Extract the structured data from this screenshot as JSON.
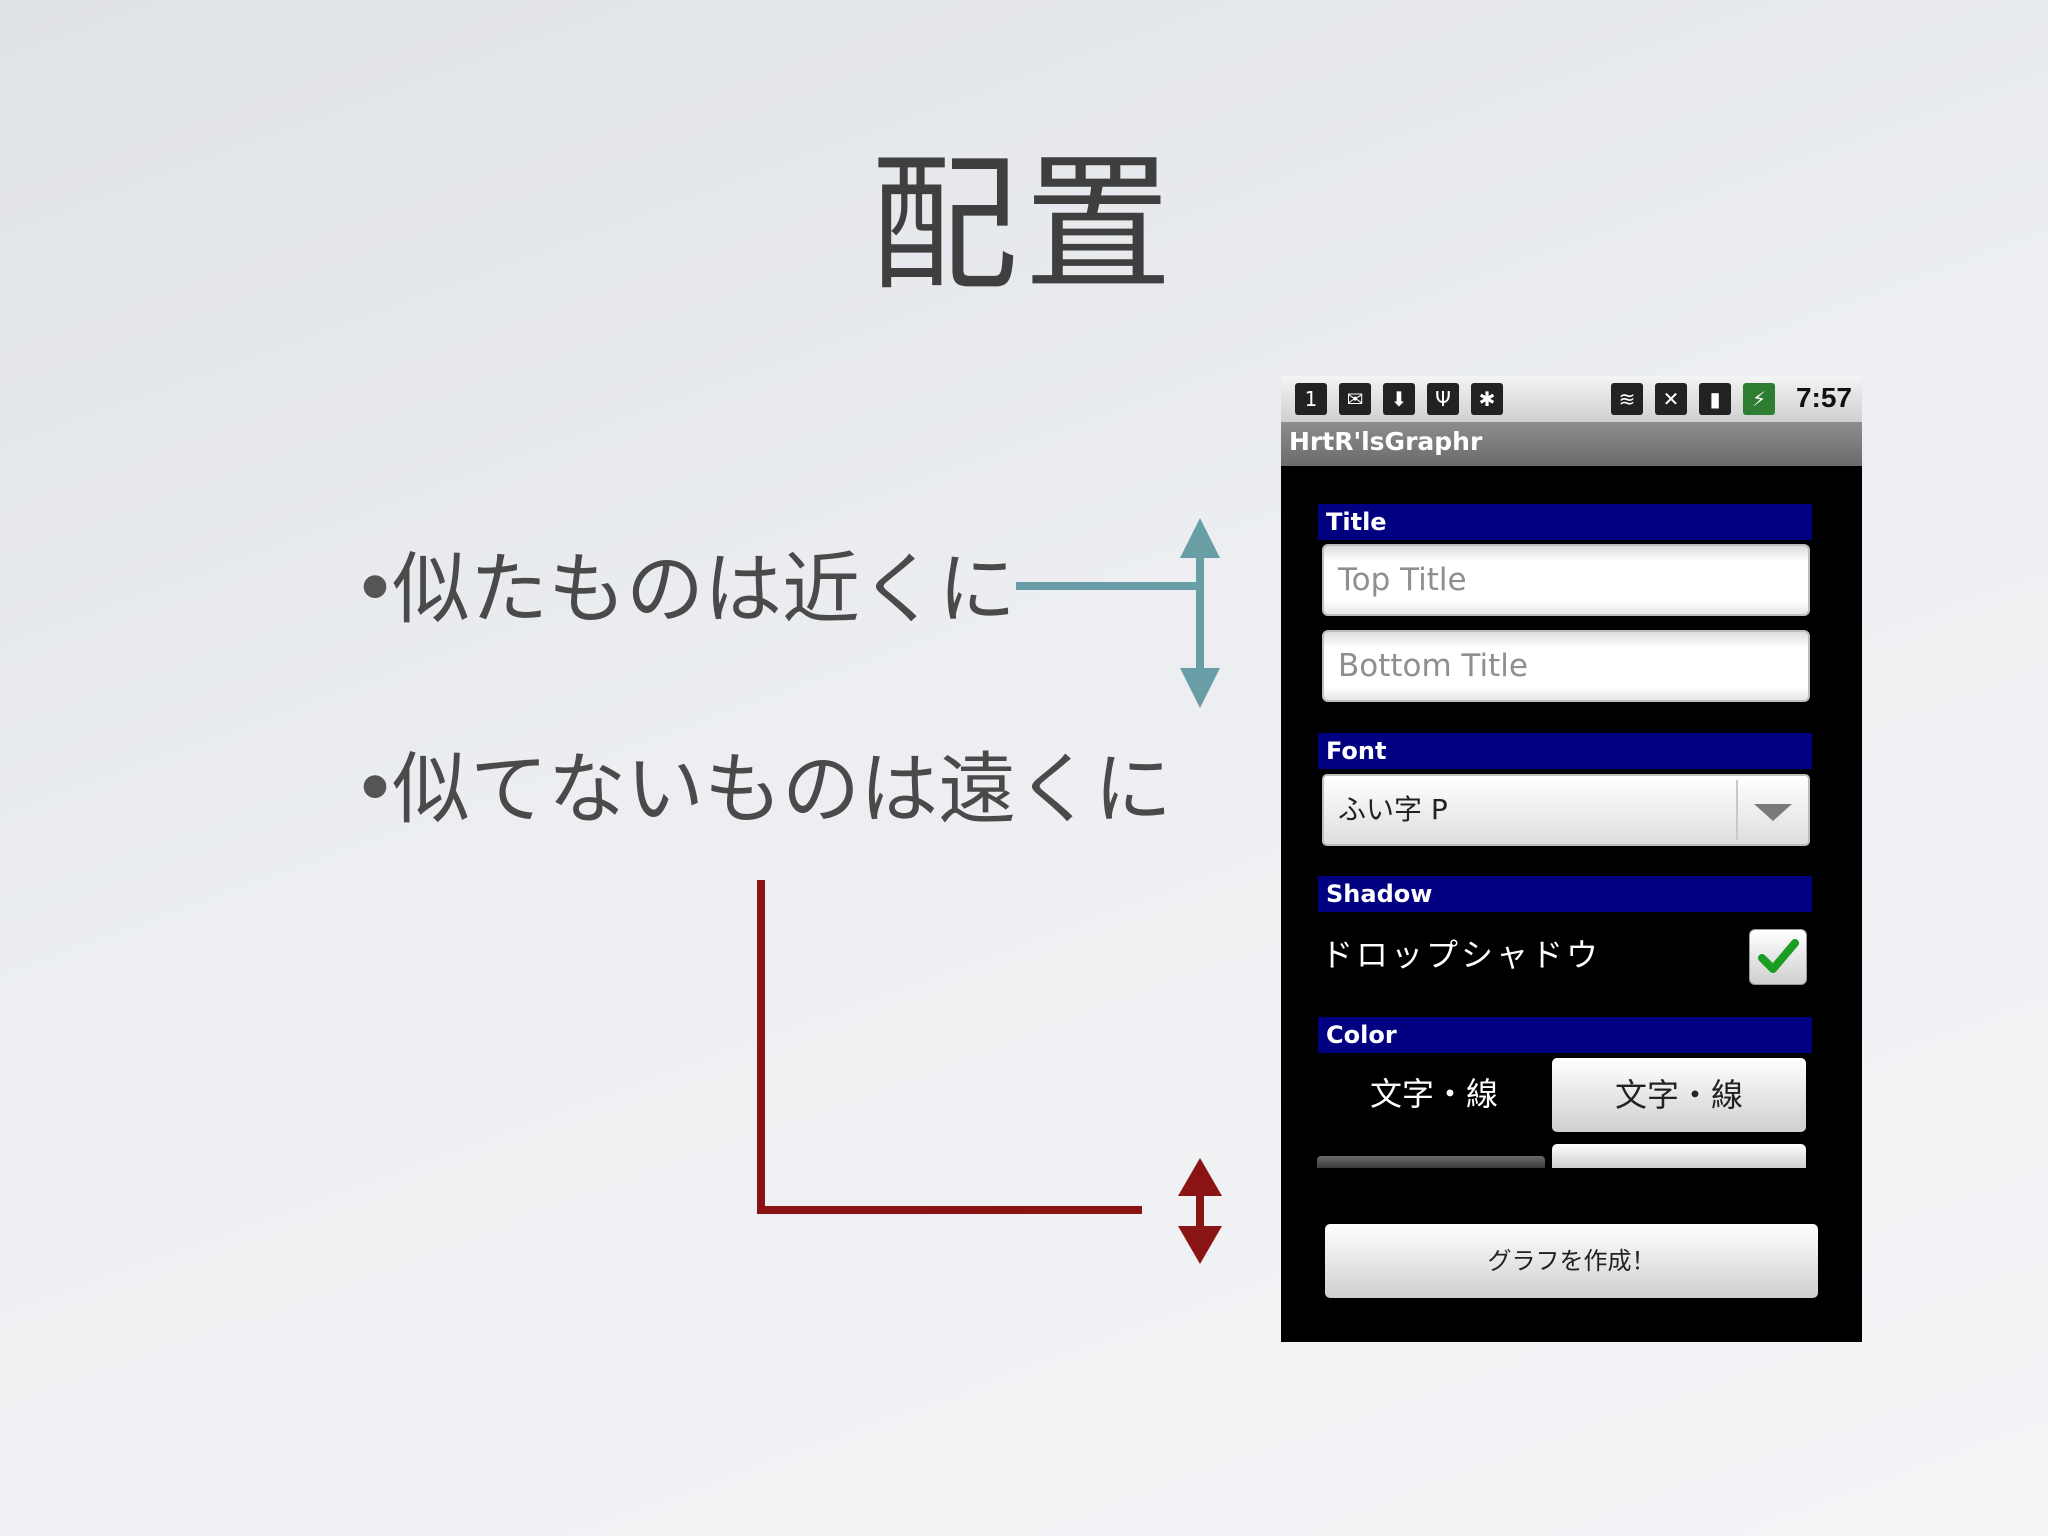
{
  "slide": {
    "title": "配置",
    "bullets": [
      "似たものは近くに",
      "似てないものは遠くに"
    ],
    "bullet_marker": "•",
    "arrow_colors": {
      "near": "#6a9ea6",
      "far": "#8a1414"
    }
  },
  "phone": {
    "status_bar": {
      "left_icons": [
        "sim-slot-one-icon",
        "gmail-icon",
        "download-icon",
        "usb-icon",
        "android-debug-icon"
      ],
      "right_icons": [
        "wifi-icon",
        "mute-icon",
        "signal-icon",
        "battery-charging-icon"
      ],
      "time": "7:57"
    },
    "app_title": "HrtR'lsGraphr",
    "sections": {
      "title": {
        "header": "Title",
        "top_placeholder": "Top Title",
        "bottom_placeholder": "Bottom Title"
      },
      "font": {
        "header": "Font",
        "selected": "ふい字 P"
      },
      "shadow": {
        "header": "Shadow",
        "checkbox_label": "ドロップシャドウ",
        "checked": true
      },
      "color": {
        "header": "Color",
        "text_line_label": "文字・線",
        "text_line_button": "文字・線"
      }
    },
    "create_button": "グラフを作成！",
    "colors": {
      "section_header": "#000080",
      "checkmark": "#1a9d22"
    }
  }
}
